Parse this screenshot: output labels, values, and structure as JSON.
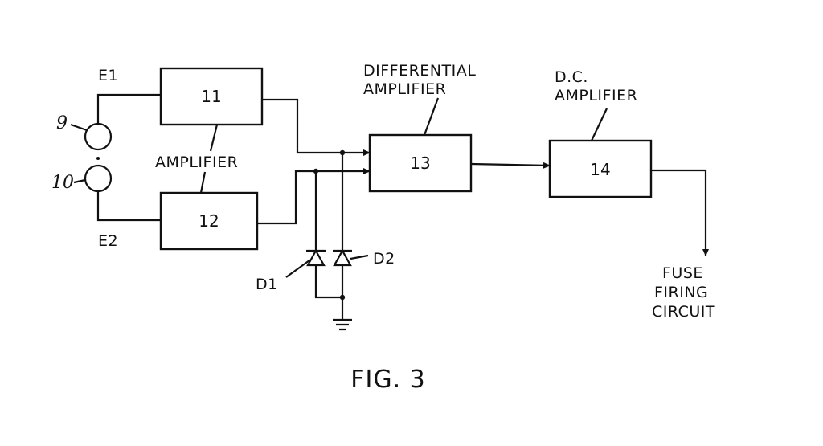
{
  "blocks": {
    "b11": "11",
    "b12": "12",
    "b13": "13",
    "b14": "14"
  },
  "labels": {
    "e1": "E1",
    "e2": "E2",
    "n9": "9",
    "n10": "10",
    "amplifier": "AMPLIFIER",
    "differential_line1": "DIFFERENTIAL",
    "differential_line2": "AMPLIFIER",
    "dc_line1": "D.C.",
    "dc_line2": "AMPLIFIER",
    "d1": "D1",
    "d2": "D2",
    "fuse_line1": "FUSE",
    "fuse_line2": "FIRING",
    "fuse_line3": "CIRCUIT"
  },
  "caption": "FIG. 3"
}
